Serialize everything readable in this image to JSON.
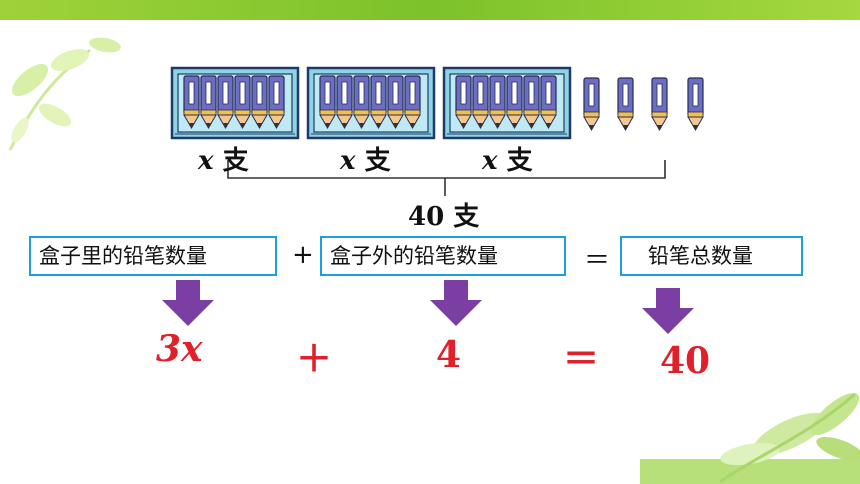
{
  "labels": {
    "box1": "x 支",
    "box2": "x 支",
    "box3": "x 支",
    "total": "40 支"
  },
  "equation_words": {
    "term1": "盒子里的铅笔数量",
    "plus": "+",
    "term2": "盒子外的铅笔数量",
    "equals": "＝",
    "term3": "铅笔总数量"
  },
  "equation_math": {
    "term1": "3x",
    "plus": "＋",
    "term2": "4",
    "equals": "＝",
    "term3": "40"
  },
  "colors": {
    "box_border": "#1aa0e0",
    "arrow": "#7b3fa3",
    "math_red": "#e0202a",
    "pencil_body": "#6a6fc4",
    "pencil_box": "#8fd4e6"
  }
}
